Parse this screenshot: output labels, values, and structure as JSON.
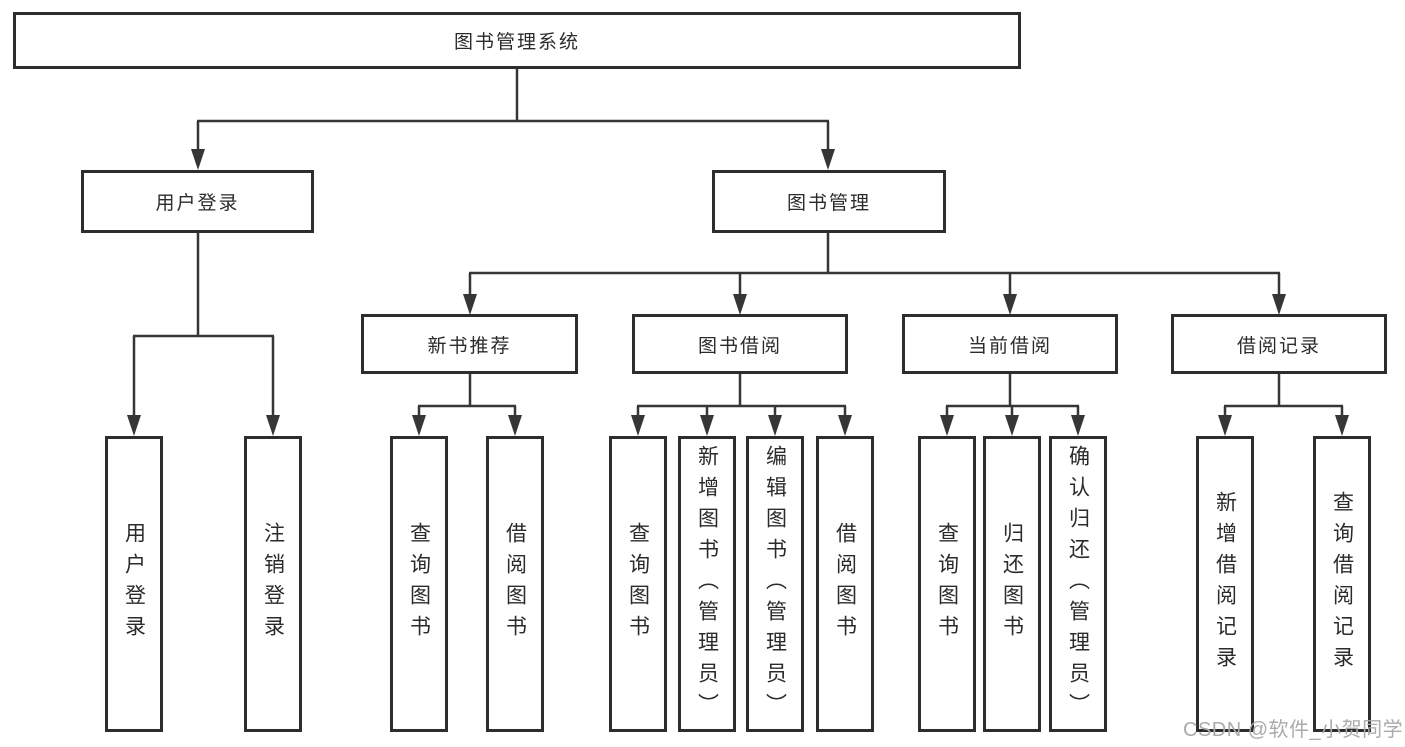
{
  "diagram": {
    "root": {
      "label": "图书管理系统"
    },
    "branches": [
      {
        "label": "用户登录",
        "children": [
          {
            "label": "用户登录"
          },
          {
            "label": "注销登录"
          }
        ]
      },
      {
        "label": "图书管理",
        "children": [
          {
            "label": "新书推荐",
            "children": [
              {
                "label": "查询图书"
              },
              {
                "label": "借阅图书"
              }
            ]
          },
          {
            "label": "图书借阅",
            "children": [
              {
                "label": "查询图书"
              },
              {
                "label": "新增图书（管理员）"
              },
              {
                "label": "编辑图书（管理员）"
              },
              {
                "label": "借阅图书"
              }
            ]
          },
          {
            "label": "当前借阅",
            "children": [
              {
                "label": "查询图书"
              },
              {
                "label": "归还图书"
              },
              {
                "label": "确认归还（管理员）"
              }
            ]
          },
          {
            "label": "借阅记录",
            "children": [
              {
                "label": "新增借阅记录"
              },
              {
                "label": "查询借阅记录"
              }
            ]
          }
        ]
      }
    ]
  },
  "watermark": {
    "text": "CSDN @软件_小贺同学"
  },
  "colors": {
    "line": "#363636",
    "border": "#2d2d2d",
    "text": "#2b2b2b",
    "watermark": "#ababab",
    "background": "#ffffff"
  }
}
